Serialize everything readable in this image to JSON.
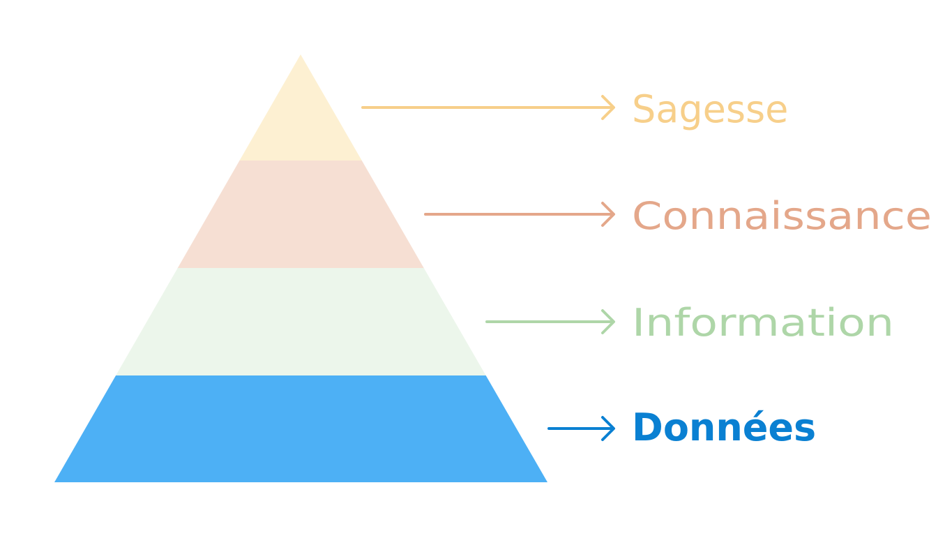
{
  "diagram": {
    "levels": [
      {
        "id": "wisdom",
        "label": "Sagesse",
        "fill": "#fdf0d2",
        "text_color": "#f7cf8a",
        "state": "faded"
      },
      {
        "id": "knowledge",
        "label": "Connaissance",
        "fill": "#f6dfd3",
        "text_color": "#e4a78a",
        "state": "faded"
      },
      {
        "id": "information",
        "label": "Information",
        "fill": "#ecf6eb",
        "text_color": "#aed6a8",
        "state": "faded"
      },
      {
        "id": "data",
        "label": "Données",
        "fill": "#4db0f5",
        "text_color": "#0a80d2",
        "state": "highlighted"
      }
    ]
  }
}
